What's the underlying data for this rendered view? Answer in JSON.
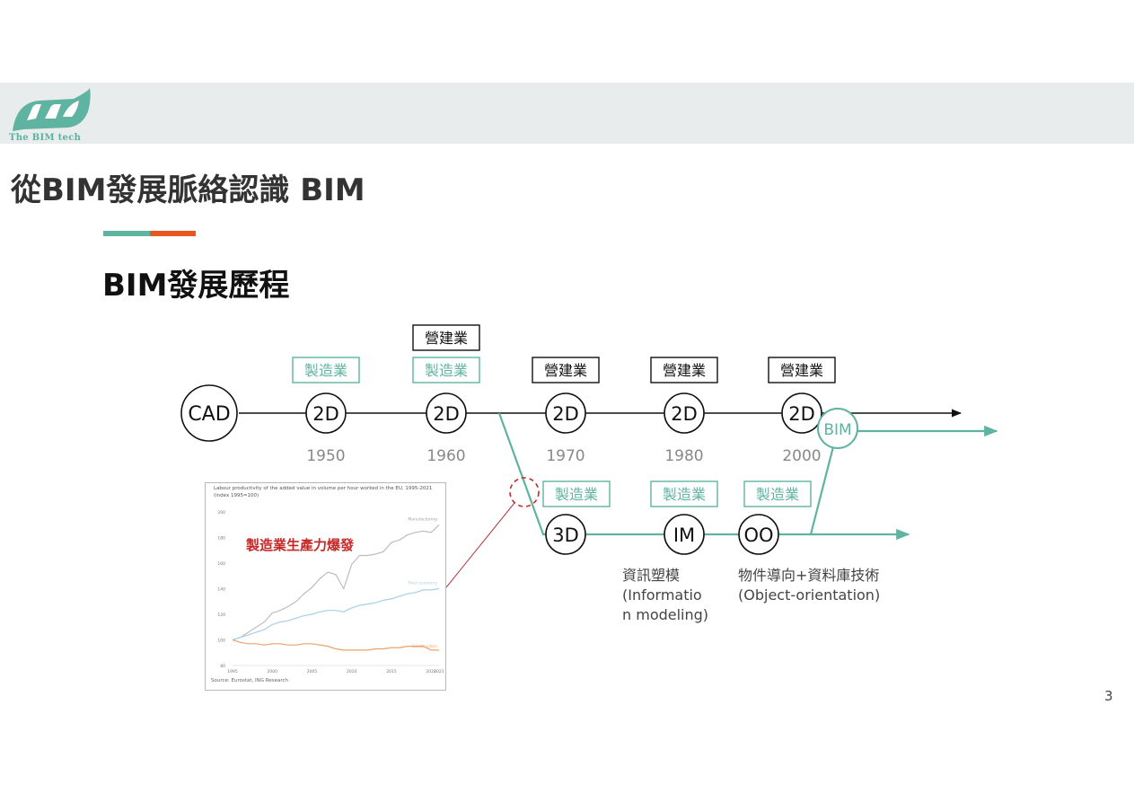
{
  "logo": {
    "text": "The BIM tech"
  },
  "page_title": "從BIM發展脈絡認識 BIM",
  "section_title": "BIM發展歷程",
  "colors": {
    "teal": "#5fb3a1",
    "orange": "#e8571f",
    "black": "#111111",
    "gray": "#888888",
    "red": "#c62828"
  },
  "diagram": {
    "cad": "CAD",
    "top_row": [
      {
        "node": "2D",
        "year": "1950",
        "labels": [
          {
            "text": "製造業",
            "style": "teal"
          }
        ]
      },
      {
        "node": "2D",
        "year": "1960",
        "labels": [
          {
            "text": "營建業",
            "style": "black"
          },
          {
            "text": "製造業",
            "style": "teal"
          }
        ]
      },
      {
        "node": "2D",
        "year": "1970",
        "labels": [
          {
            "text": "營建業",
            "style": "black"
          }
        ]
      },
      {
        "node": "2D",
        "year": "1980",
        "labels": [
          {
            "text": "營建業",
            "style": "black"
          }
        ]
      },
      {
        "node": "2D",
        "year": "2000",
        "labels": [
          {
            "text": "營建業",
            "style": "black"
          }
        ]
      }
    ],
    "bim": "BIM",
    "bottom_row": [
      {
        "node": "3D",
        "label": "製造業"
      },
      {
        "node": "IM",
        "label": "製造業"
      },
      {
        "node": "OO",
        "label": "製造業"
      }
    ],
    "im_desc": [
      "資訊塑模",
      "(Informatio",
      "n modeling)"
    ],
    "oo_desc": [
      "物件導向+資料庫技術",
      "(Object-orientation)"
    ]
  },
  "inset": {
    "title": "Labour productivity of the added value in volume per hour worked in the EU, 1995-2021 (index 1995=100)",
    "label": "製造業生產力爆發",
    "source": "Source: Eurostat, ING Research",
    "chart_data": {
      "type": "line",
      "x": [
        1995,
        1996,
        1997,
        1998,
        1999,
        2000,
        2001,
        2002,
        2003,
        2004,
        2005,
        2006,
        2007,
        2008,
        2009,
        2010,
        2011,
        2012,
        2013,
        2014,
        2015,
        2016,
        2017,
        2018,
        2019,
        2020,
        2021
      ],
      "series": [
        {
          "name": "Manufacturing",
          "color": "#bdbdbd",
          "values": [
            100,
            102,
            106,
            110,
            114,
            121,
            123,
            126,
            130,
            136,
            141,
            148,
            153,
            151,
            140,
            159,
            166,
            166,
            167,
            169,
            176,
            178,
            182,
            184,
            185,
            184,
            190
          ]
        },
        {
          "name": "Total economy",
          "color": "#a9cfe6",
          "values": [
            100,
            102,
            104,
            106,
            108,
            112,
            114,
            115,
            117,
            119,
            120,
            122,
            123,
            123,
            122,
            125,
            127,
            128,
            129,
            131,
            132,
            134,
            136,
            137,
            139,
            139,
            140
          ]
        },
        {
          "name": "Construction",
          "color": "#f0a068",
          "values": [
            100,
            98,
            97,
            97,
            96,
            97,
            97,
            96,
            96,
            97,
            97,
            96,
            95,
            93,
            92,
            92,
            92,
            92,
            93,
            93,
            94,
            94,
            95,
            95,
            95,
            92,
            92
          ]
        }
      ],
      "ylim": [
        80,
        200
      ],
      "yticks": [
        80,
        100,
        120,
        140,
        160,
        180,
        200
      ],
      "xticks": [
        1995,
        2000,
        2005,
        2010,
        2015,
        2020,
        2021
      ],
      "xlim": [
        1995,
        2021
      ],
      "grid": false
    }
  },
  "page_number": "3"
}
